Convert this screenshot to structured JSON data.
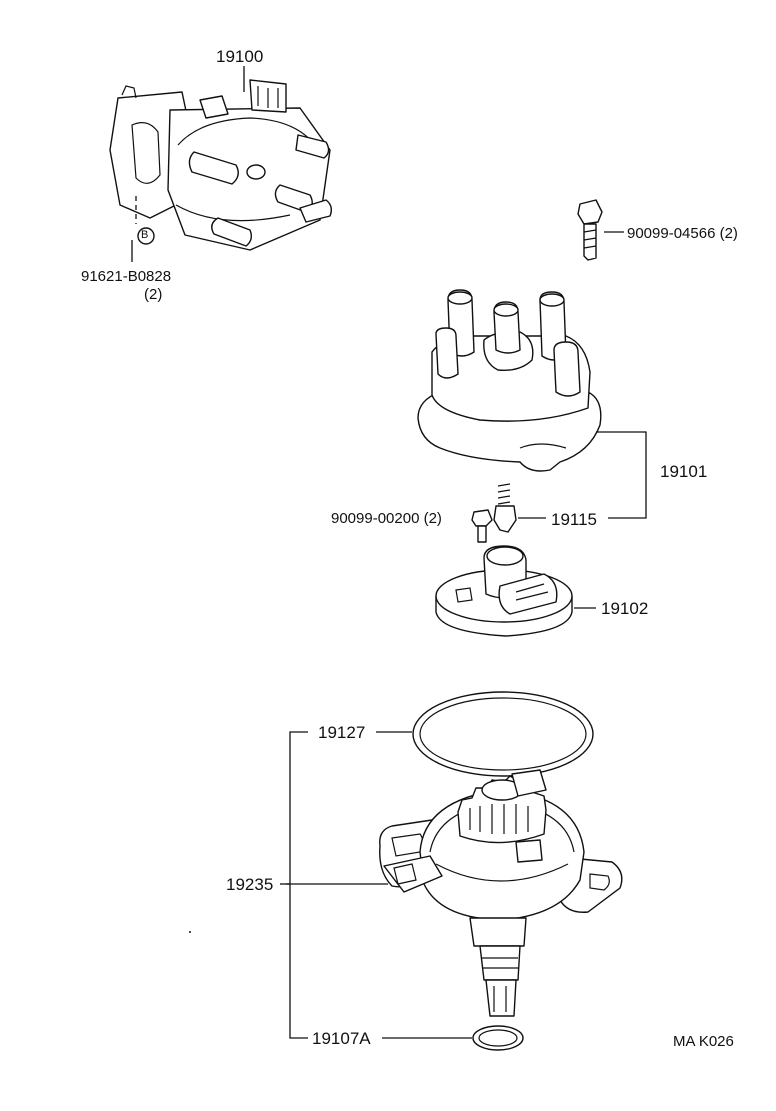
{
  "callouts": {
    "distributor_assy": "19100",
    "bolt_91621": "91621-B0828",
    "bolt_91621_qty": "(2)",
    "marker_b": "B",
    "screw_90099_04566": "90099-04566 (2)",
    "cap": "19101",
    "screw_90099_00200": "90099-00200 (2)",
    "spring": "19115",
    "rotor": "19102",
    "o_ring": "19127",
    "housing": "19235",
    "gasket": "19107A"
  },
  "diagram_code": "MA K026"
}
